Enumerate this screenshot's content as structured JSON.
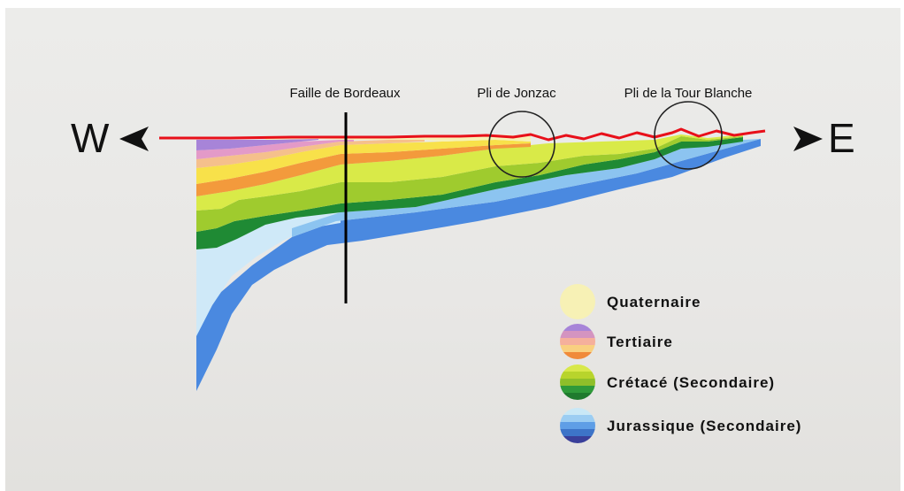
{
  "directions": {
    "west": "W",
    "east": "E"
  },
  "annotations": {
    "fault": "Faille de Bordeaux",
    "fold_1": "Pli de Jonzac",
    "fold_2": "Pli de la Tour Blanche"
  },
  "legend": [
    {
      "label": "Quaternaire",
      "colors": [
        "#f7f1b5"
      ]
    },
    {
      "label": "Tertiaire",
      "colors": [
        "#a784d8",
        "#d494c0",
        "#f5b09c",
        "#f9d080",
        "#f08a3a"
      ]
    },
    {
      "label": "Crétacé (Secondaire)",
      "colors": [
        "#d8e84a",
        "#b8d42c",
        "#8fbf2a",
        "#2f9a3a",
        "#1f7a2e"
      ]
    },
    {
      "label": "Jurassique (Secondaire)",
      "colors": [
        "#c9e8f6",
        "#9ccdf2",
        "#5f9ee6",
        "#3d74c8",
        "#3a3f9a"
      ]
    }
  ],
  "colors": {
    "surface_line": "#e8101a",
    "fault_line": "#000000",
    "quaternaire": "#f7f1b5",
    "tertiaire_purple": "#a784d8",
    "tertiaire_pink": "#e39ac8",
    "tertiaire_yellow": "#f8e14a",
    "tertiaire_orange": "#f39a3c",
    "cretace_light": "#d9ea48",
    "cretace_mid": "#9fcb2e",
    "cretace_dark": "#1f8a34",
    "jurassique_light": "#cfe9f8",
    "jurassique_mid": "#8cc4f0",
    "jurassique_deep": "#4a89e0"
  }
}
